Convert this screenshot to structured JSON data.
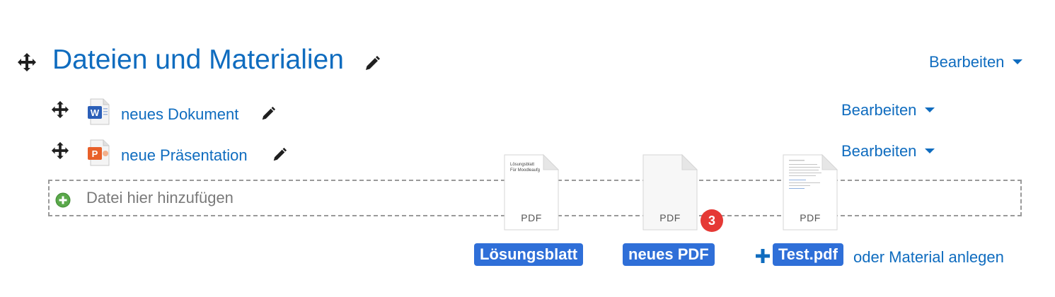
{
  "section": {
    "title": "Dateien und Materialien",
    "edit_label": "Bearbeiten"
  },
  "activities": [
    {
      "name": "neues Dokument",
      "edit_label": "Bearbeiten",
      "icon": "word-document-icon"
    },
    {
      "name": "neue Präsentation",
      "edit_label": "Bearbeiten",
      "icon": "powerpoint-presentation-icon"
    }
  ],
  "dropzone": {
    "text": "Datei hier hinzufügen"
  },
  "add_activity": {
    "label": "oder Material anlegen"
  },
  "dragged_files": [
    {
      "name": "Lösungsblatt",
      "type": "PDF",
      "preview_lines": [
        "Lösungsblatt",
        "Für Moodleaufg"
      ]
    },
    {
      "name": "neues PDF",
      "type": "PDF"
    },
    {
      "name": "Test.pdf",
      "type": "PDF"
    }
  ],
  "drag_count_badge": "3",
  "colors": {
    "accent": "#0f6cbf",
    "drag_label": "#2f6fd8",
    "badge": "#e53935"
  }
}
